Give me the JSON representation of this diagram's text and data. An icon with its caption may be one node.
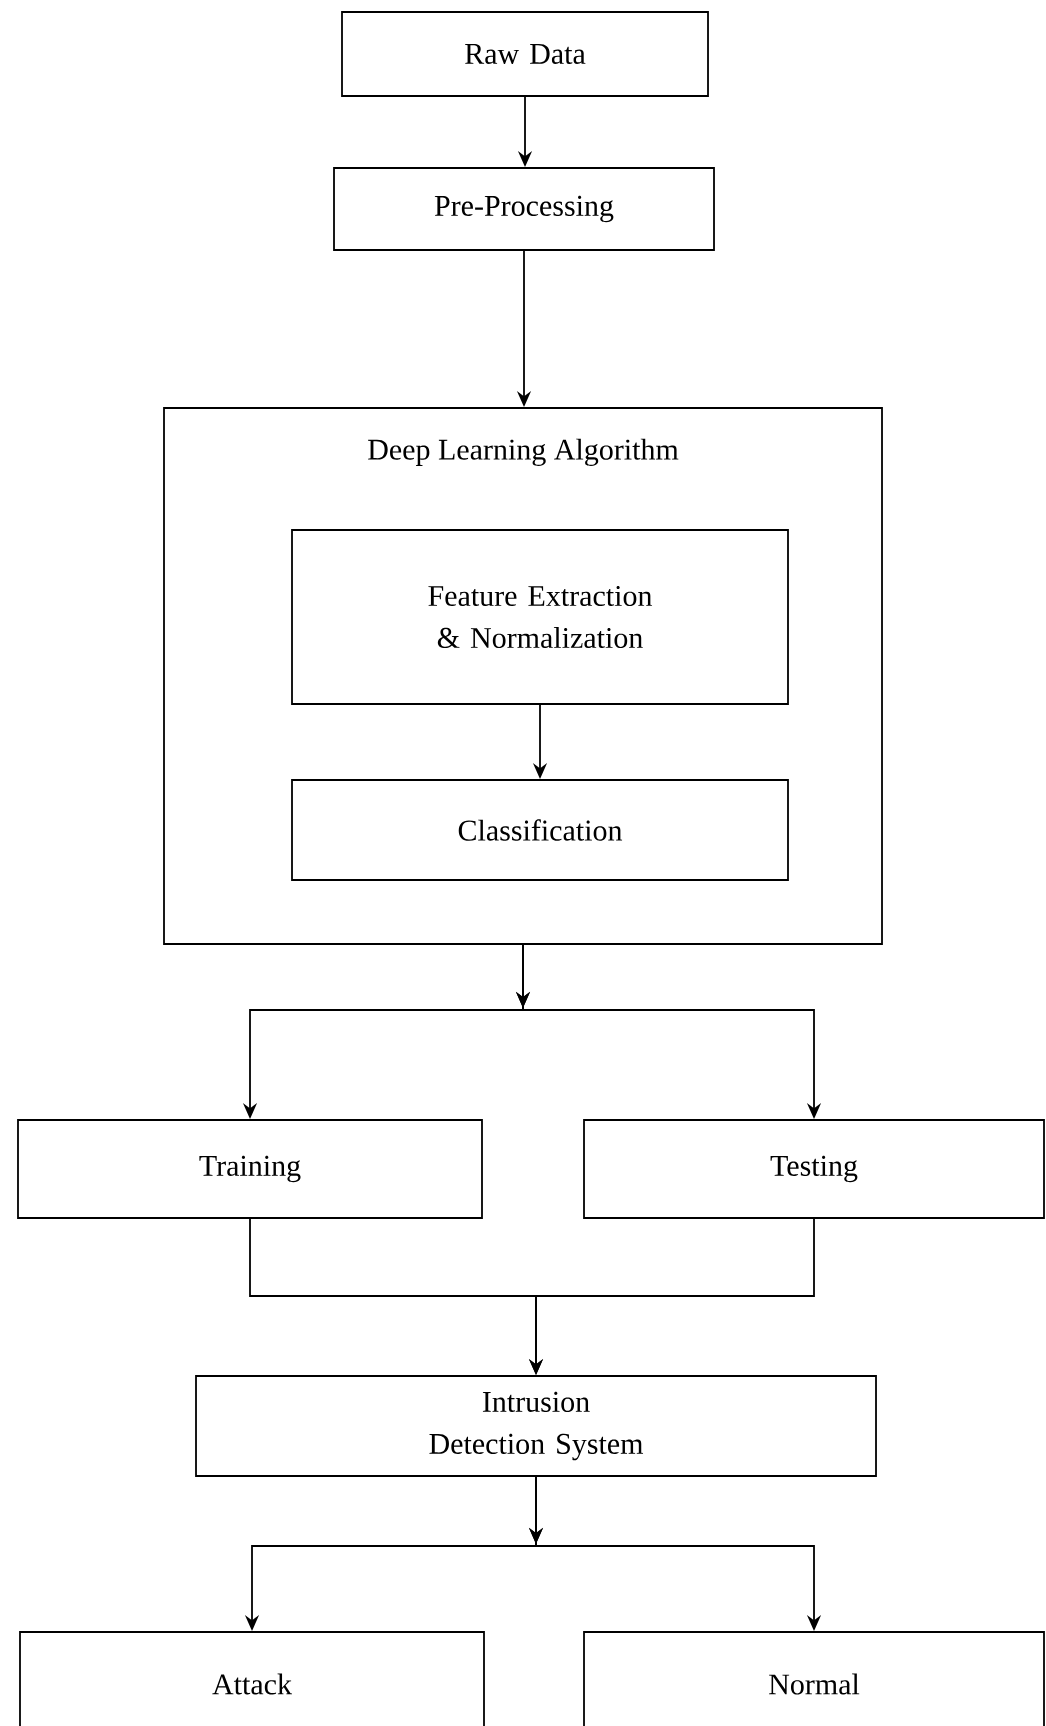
{
  "diagram": {
    "nodes": [
      {
        "text": [
          "Raw Data"
        ]
      },
      {
        "text": [
          "Pre-Processing"
        ]
      },
      {
        "text": [
          "Deep Learning Algorithm"
        ]
      },
      {
        "text": [
          "Feature Extraction & Normalization"
        ],
        "in": 2
      },
      {
        "text": [
          "Classification"
        ],
        "in": 2
      },
      {
        "text": [
          "Training"
        ]
      },
      {
        "text": [
          "Testing"
        ]
      },
      {
        "text": [
          "Intrusion Detection System"
        ]
      },
      {
        "text": [
          "Attack"
        ]
      },
      {
        "text": [
          "Normal"
        ]
      }
    ],
    "edges": [
      {
        "from": 0,
        "to": 1,
        "arrow": "to"
      },
      {
        "from": 1,
        "to": 2,
        "arrow": "to"
      },
      {
        "from": 3,
        "to": 4,
        "arrow": "to"
      },
      {
        "from": 2,
        "to": 5,
        "arrow": "to"
      },
      {
        "from": 2,
        "to": 6,
        "arrow": "to"
      },
      {
        "from": 5,
        "to": 7,
        "arrow": "to"
      },
      {
        "from": 6,
        "to": 7,
        "arrow": "to"
      },
      {
        "from": 7,
        "to": 8,
        "arrow": "to"
      },
      {
        "from": 7,
        "to": 9,
        "arrow": "to"
      }
    ]
  }
}
